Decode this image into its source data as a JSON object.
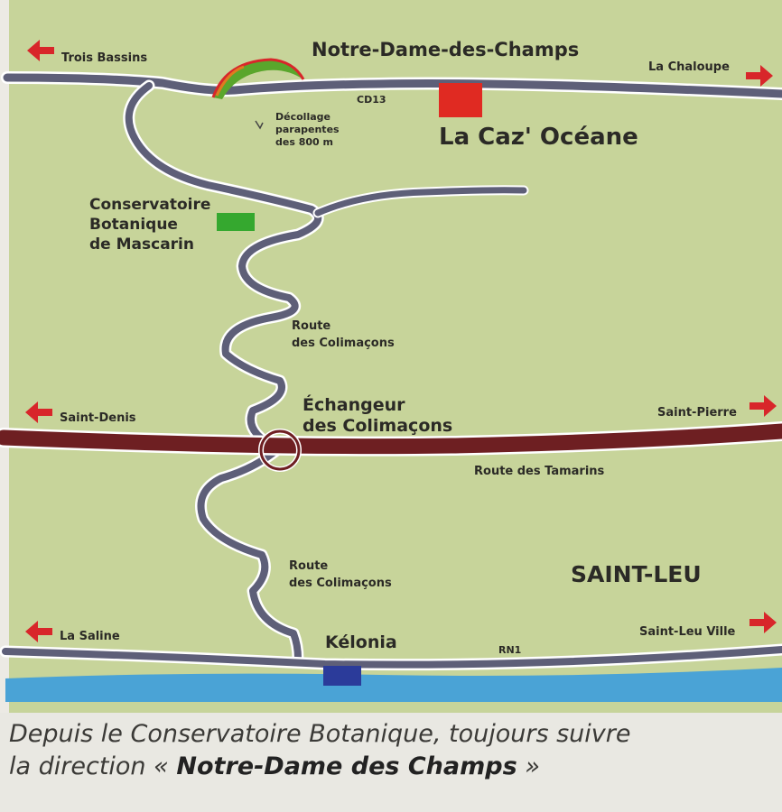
{
  "map": {
    "top_village": "Notre-Dame-des-Champs",
    "dest_left_top": "Trois Bassins",
    "dest_right_top": "La Chaloupe",
    "road_cd13": "CD13",
    "paragliding": [
      "Décollage",
      "parapentes",
      "des 800 m"
    ],
    "guesthouse": "La Caz' Océane",
    "conservatory": [
      "Conservatoire",
      "Botanique",
      "de Mascarin"
    ],
    "route_colimacons_upper": [
      "Route",
      "des Colimaçons"
    ],
    "interchange": [
      "Échangeur",
      "des Colimaçons"
    ],
    "dest_left_mid": "Saint-Denis",
    "dest_right_mid": "Saint-Pierre",
    "route_tamarins": "Route des Tamarins",
    "route_colimacons_lower": [
      "Route",
      "des Colimaçons"
    ],
    "town": "SAINT-LEU",
    "dest_left_bottom": "La Saline",
    "dest_right_bottom": "Saint-Leu Ville",
    "kelonia": "Kélonia",
    "road_rn1": "RN1"
  },
  "colors": {
    "land": "#c7d49a",
    "road": "#5e5f78",
    "expressway": "#6e1f22",
    "sea": "#4aa3d6",
    "arrow": "#d8262a",
    "marker_guesthouse": "#e02a22",
    "marker_conservatory": "#35a82f",
    "marker_kelonia": "#2b3b9a"
  },
  "caption": {
    "line1": "Depuis le Conservatoire Botanique, toujours suivre",
    "line2_prefix": "la direction «",
    "line2_bold": "Notre-Dame des Champs",
    "line2_suffix": "»"
  }
}
